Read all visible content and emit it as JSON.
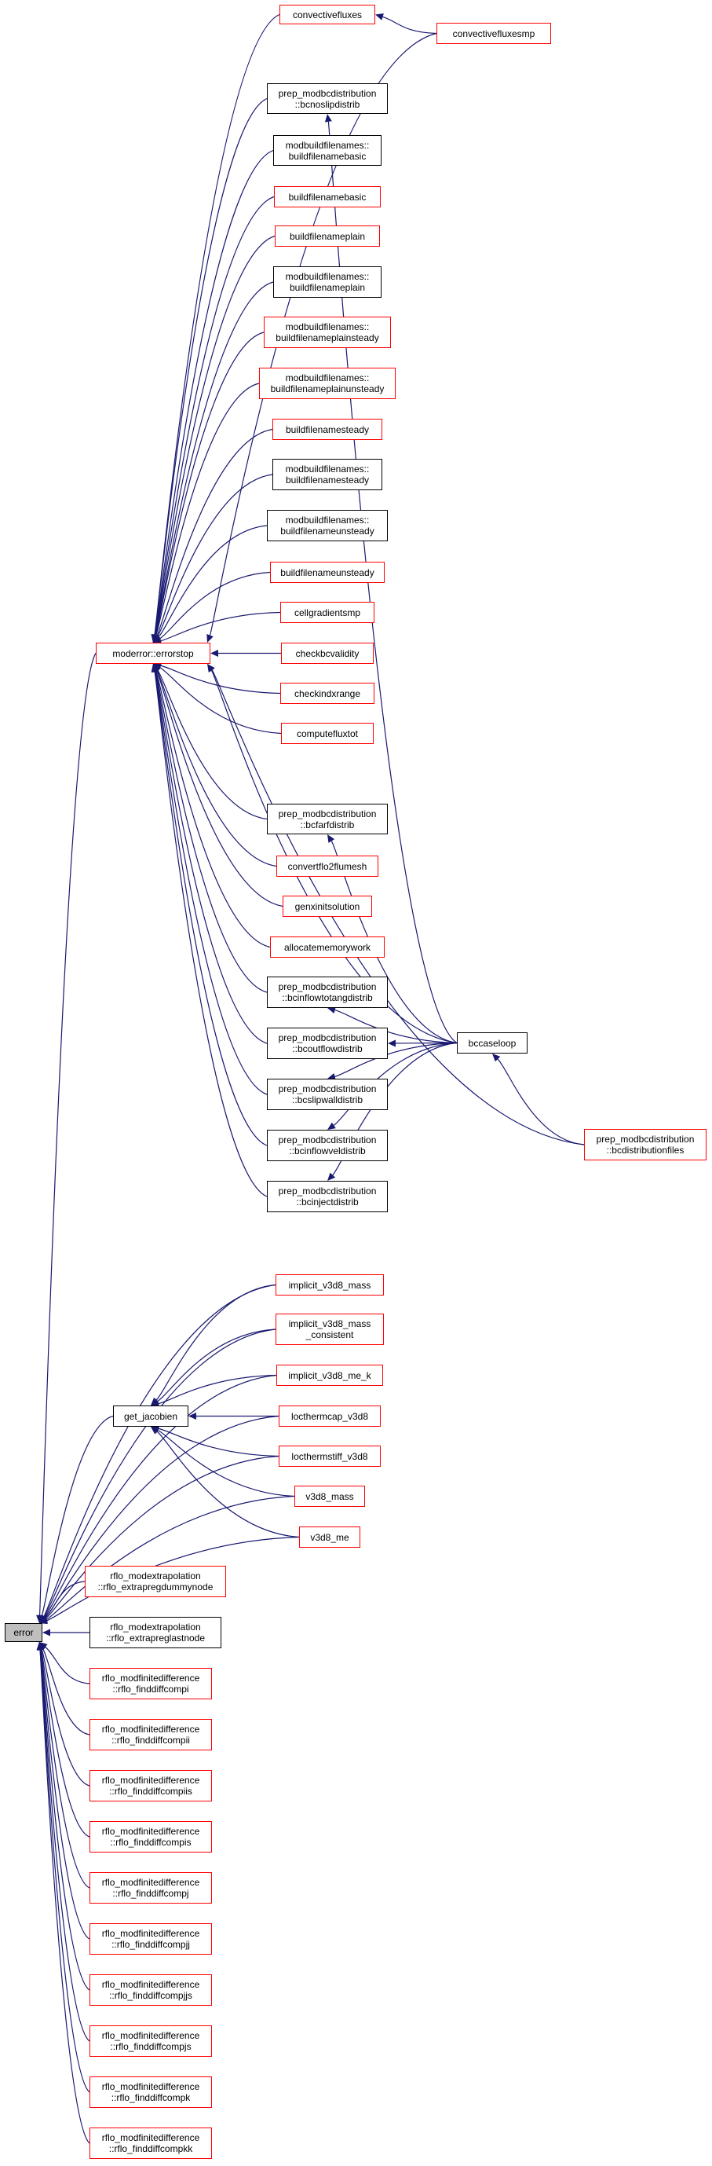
{
  "colors": {
    "edge": "#191970",
    "red_border": "#ff0000",
    "black_border": "#000000",
    "focus_fill": "#bfbfbf"
  },
  "nodes": {
    "convectivefluxes": "convectivefluxes",
    "convectivefluxesmp": "convectivefluxesmp",
    "bcnoslipdistrib": "prep_modbcdistribution\n::bcnoslipdistrib",
    "mbf_buildfilenamebasic": "modbuildfilenames::\nbuildfilenamebasic",
    "buildfilenamebasic": "buildfilenamebasic",
    "buildfilenameplain": "buildfilenameplain",
    "mbf_buildfilenameplain": "modbuildfilenames::\nbuildfilenameplain",
    "mbf_buildfilenameplainsteady": "modbuildfilenames::\nbuildfilenameplainsteady",
    "mbf_buildfilenameplainunsteady": "modbuildfilenames::\nbuildfilenameplainunsteady",
    "buildfilenamesteady": "buildfilenamesteady",
    "mbf_buildfilenamesteady": "modbuildfilenames::\nbuildfilenamesteady",
    "mbf_buildfilenameunsteady": "modbuildfilenames::\nbuildfilenameunsteady",
    "buildfilenameunsteady": "buildfilenameunsteady",
    "cellgradientsmp": "cellgradientsmp",
    "checkbcvalidity": "checkbcvalidity",
    "checkindxrange": "checkindxrange",
    "computefluxtot": "computefluxtot",
    "bcfarfdistrib": "prep_modbcdistribution\n::bcfarfdistrib",
    "convertflo2flumesh": "convertflo2flumesh",
    "genxinitsolution": "genxinitsolution",
    "allocatememorywork": "allocatememorywork",
    "bcinflowtotangdistrib": "prep_modbcdistribution\n::bcinflowtotangdistrib",
    "bcoutflowdistrib": "prep_modbcdistribution\n::bcoutflowdistrib",
    "bcslipwalldistrib": "prep_modbcdistribution\n::bcslipwalldistrib",
    "bcinflowveldistrib": "prep_modbcdistribution\n::bcinflowveldistrib",
    "bcinjectdistrib": "prep_modbcdistribution\n::bcinjectdistrib",
    "bccaseloop": "bccaseloop",
    "bcdistributionfiles": "prep_modbcdistribution\n::bcdistributionfiles",
    "moderror_errorstop": "moderror::errorstop",
    "implicit_v3d8_mass": "implicit_v3d8_mass",
    "implicit_v3d8_mass_consistent": "implicit_v3d8_mass\n_consistent",
    "implicit_v3d8_me_k": "implicit_v3d8_me_k",
    "locthermcap_v3d8": "locthermcap_v3d8",
    "locthermstiff_v3d8": "locthermstiff_v3d8",
    "v3d8_mass": "v3d8_mass",
    "v3d8_me": "v3d8_me",
    "get_jacobien": "get_jacobien",
    "extrapregdummynode": "rflo_modextrapolation\n::rflo_extrapregdummynode",
    "extrapreglastnode": "rflo_modextrapolation\n::rflo_extrapreglastnode",
    "finddiffcompi": "rflo_modfinitedifference\n::rflo_finddiffcompi",
    "finddiffcompii": "rflo_modfinitedifference\n::rflo_finddiffcompii",
    "finddiffcompiis": "rflo_modfinitedifference\n::rflo_finddiffcompiis",
    "finddiffcompis": "rflo_modfinitedifference\n::rflo_finddiffcompis",
    "finddiffcompj": "rflo_modfinitedifference\n::rflo_finddiffcompj",
    "finddiffcompjj": "rflo_modfinitedifference\n::rflo_finddiffcompjj",
    "finddiffcompjjs": "rflo_modfinitedifference\n::rflo_finddiffcompjjs",
    "finddiffcompjs": "rflo_modfinitedifference\n::rflo_finddiffcompjs",
    "finddiffcompk": "rflo_modfinitedifference\n::rflo_finddiffcompk",
    "finddiffcompkk": "rflo_modfinitedifference\n::rflo_finddiffcompkk",
    "error": "error"
  },
  "edges": [
    [
      "convectivefluxes",
      "moderror_errorstop"
    ],
    [
      "convectivefluxesmp",
      "convectivefluxes"
    ],
    [
      "convectivefluxesmp",
      "moderror_errorstop"
    ],
    [
      "bcnoslipdistrib",
      "moderror_errorstop"
    ],
    [
      "mbf_buildfilenamebasic",
      "moderror_errorstop"
    ],
    [
      "buildfilenamebasic",
      "moderror_errorstop"
    ],
    [
      "buildfilenameplain",
      "moderror_errorstop"
    ],
    [
      "mbf_buildfilenameplain",
      "moderror_errorstop"
    ],
    [
      "mbf_buildfilenameplainsteady",
      "moderror_errorstop"
    ],
    [
      "mbf_buildfilenameplainunsteady",
      "moderror_errorstop"
    ],
    [
      "buildfilenamesteady",
      "moderror_errorstop"
    ],
    [
      "mbf_buildfilenamesteady",
      "moderror_errorstop"
    ],
    [
      "mbf_buildfilenameunsteady",
      "moderror_errorstop"
    ],
    [
      "buildfilenameunsteady",
      "moderror_errorstop"
    ],
    [
      "cellgradientsmp",
      "moderror_errorstop"
    ],
    [
      "checkbcvalidity",
      "moderror_errorstop"
    ],
    [
      "checkindxrange",
      "moderror_errorstop"
    ],
    [
      "computefluxtot",
      "moderror_errorstop"
    ],
    [
      "bcfarfdistrib",
      "moderror_errorstop"
    ],
    [
      "convertflo2flumesh",
      "moderror_errorstop"
    ],
    [
      "genxinitsolution",
      "moderror_errorstop"
    ],
    [
      "allocatememorywork",
      "moderror_errorstop"
    ],
    [
      "bcinflowtotangdistrib",
      "moderror_errorstop"
    ],
    [
      "bcoutflowdistrib",
      "moderror_errorstop"
    ],
    [
      "bcslipwalldistrib",
      "moderror_errorstop"
    ],
    [
      "bcinflowveldistrib",
      "moderror_errorstop"
    ],
    [
      "bcinjectdistrib",
      "moderror_errorstop"
    ],
    [
      "bccaseloop",
      "moderror_errorstop"
    ],
    [
      "bcdistributionfiles",
      "moderror_errorstop"
    ],
    [
      "bccaseloop",
      "bcnoslipdistrib"
    ],
    [
      "bccaseloop",
      "bcfarfdistrib"
    ],
    [
      "bccaseloop",
      "bcinflowtotangdistrib"
    ],
    [
      "bccaseloop",
      "bcoutflowdistrib"
    ],
    [
      "bccaseloop",
      "bcslipwalldistrib"
    ],
    [
      "bccaseloop",
      "bcinflowveldistrib"
    ],
    [
      "bccaseloop",
      "bcinjectdistrib"
    ],
    [
      "bcdistributionfiles",
      "bccaseloop"
    ],
    [
      "implicit_v3d8_mass",
      "get_jacobien"
    ],
    [
      "implicit_v3d8_mass_consistent",
      "get_jacobien"
    ],
    [
      "implicit_v3d8_me_k",
      "get_jacobien"
    ],
    [
      "locthermcap_v3d8",
      "get_jacobien"
    ],
    [
      "locthermstiff_v3d8",
      "get_jacobien"
    ],
    [
      "v3d8_mass",
      "get_jacobien"
    ],
    [
      "v3d8_me",
      "get_jacobien"
    ],
    [
      "moderror_errorstop",
      "error"
    ],
    [
      "implicit_v3d8_mass",
      "error"
    ],
    [
      "implicit_v3d8_mass_consistent",
      "error"
    ],
    [
      "implicit_v3d8_me_k",
      "error"
    ],
    [
      "locthermcap_v3d8",
      "error"
    ],
    [
      "locthermstiff_v3d8",
      "error"
    ],
    [
      "v3d8_mass",
      "error"
    ],
    [
      "v3d8_me",
      "error"
    ],
    [
      "get_jacobien",
      "error"
    ],
    [
      "extrapregdummynode",
      "error"
    ],
    [
      "extrapreglastnode",
      "error"
    ],
    [
      "finddiffcompi",
      "error"
    ],
    [
      "finddiffcompii",
      "error"
    ],
    [
      "finddiffcompiis",
      "error"
    ],
    [
      "finddiffcompis",
      "error"
    ],
    [
      "finddiffcompj",
      "error"
    ],
    [
      "finddiffcompjj",
      "error"
    ],
    [
      "finddiffcompjjs",
      "error"
    ],
    [
      "finddiffcompjs",
      "error"
    ],
    [
      "finddiffcompk",
      "error"
    ],
    [
      "finddiffcompkk",
      "error"
    ]
  ]
}
